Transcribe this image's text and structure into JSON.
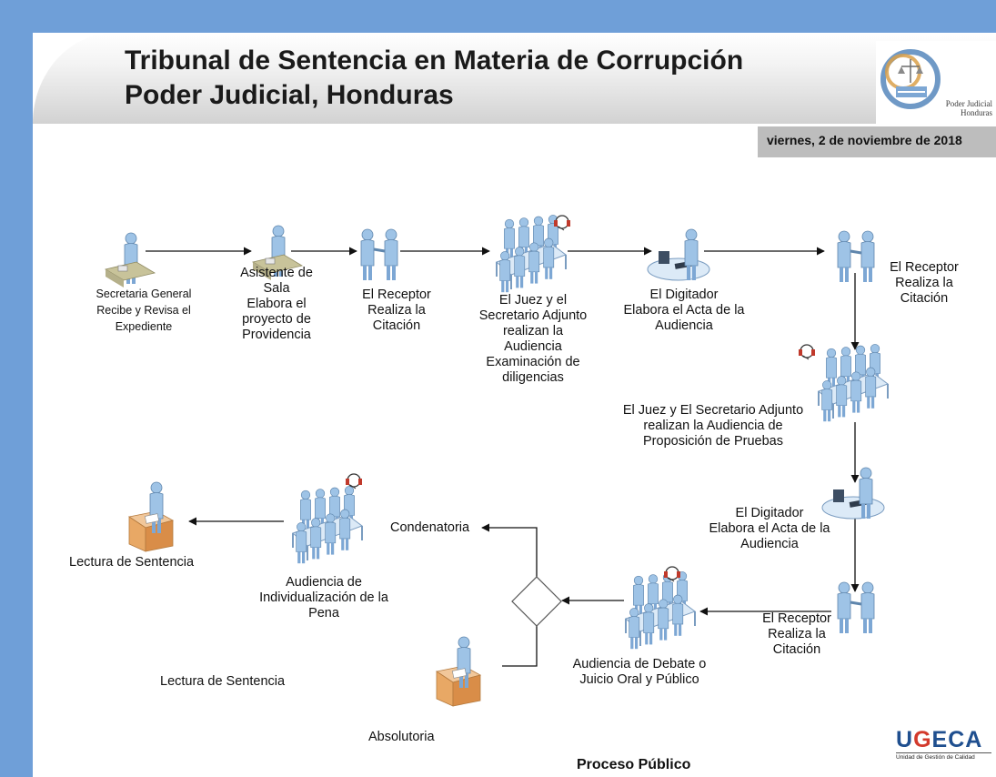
{
  "header": {
    "title_line1": "Tribunal de Sentencia en Materia de Corrupción",
    "title_line2": "Poder Judicial, Honduras",
    "date": "viernes, 2 de noviembre de 2018"
  },
  "logo": {
    "text_line1": "Poder Judicial",
    "text_line2": "Honduras"
  },
  "steps": {
    "secretaria": [
      "Secretaria General",
      "Recibe y Revisa el",
      "Expediente"
    ],
    "asistente": [
      "Asistente de",
      "Sala",
      "Elabora el",
      "proyecto de",
      "Providencia"
    ],
    "receptor1": [
      "El Receptor",
      "Realiza la",
      "Citación"
    ],
    "juez1": [
      "El Juez y el",
      "Secretario Adjunto",
      "realizan la",
      "Audiencia",
      "Examinación de",
      "diligencias"
    ],
    "digitador1": [
      "El Digitador",
      "Elabora el  Acta de la",
      "Audiencia"
    ],
    "receptor2": [
      "El Receptor",
      "Realiza la",
      "Citación"
    ],
    "juez2": [
      "El Juez y El Secretario Adjunto",
      "realizan la Audiencia de",
      "Proposición de Pruebas"
    ],
    "digitador2": [
      "El Digitador",
      "Elabora el  Acta de la",
      "Audiencia"
    ],
    "receptor3": [
      "El Receptor",
      "Realiza la",
      "Citación"
    ],
    "debate": [
      "Audiencia de Debate o",
      "Juicio Oral y Público"
    ],
    "individualizacion": [
      "Audiencia de",
      "Individualización de la",
      "Pena"
    ]
  },
  "outcomes": {
    "condenatoria": "Condenatoria",
    "absolutoria": "Absolutoria",
    "lectura1": "Lectura de Sentencia",
    "lectura2": "Lectura de Sentencia"
  },
  "brand": {
    "u": "U",
    "g": "G",
    "rest": "ECA",
    "sub": "Unidad de Gestión de Calidad"
  },
  "footer": "Proceso Público",
  "colors": {
    "frame_blue": "#6f9fd8",
    "figure_blue": "#9ec3e6",
    "table_blue": "#dceaf7",
    "desk_orange": "#e8a865"
  }
}
